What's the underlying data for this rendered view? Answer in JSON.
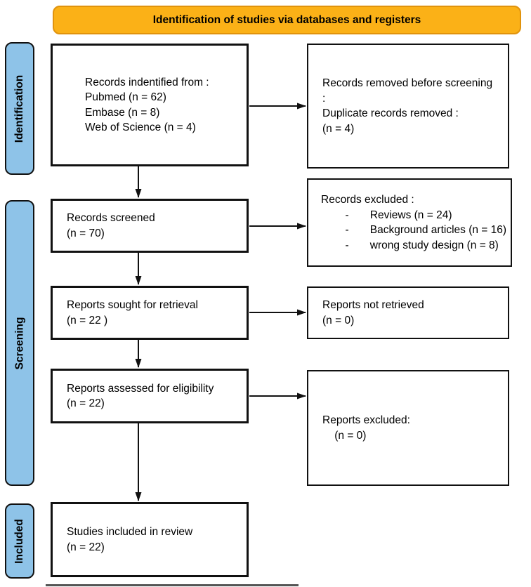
{
  "title_banner": "Identification of studies via databases and registers",
  "stages": {
    "identification": "Identification",
    "screening": "Screening",
    "included": "Included"
  },
  "boxes": {
    "records_identified": [
      "Records indentified from :",
      "Pubmed (n = 62)",
      "Embase (n = 8)",
      "Web of Science (n = 4)"
    ],
    "records_removed": [
      "Records removed before screening :",
      "Duplicate records removed :",
      "(n = 4)"
    ],
    "records_screened": [
      "Records screened",
      "(n = 70)"
    ],
    "records_excluded": [
      "Records excluded :",
      "        -       Reviews (n = 24)",
      "        -       Background articles (n = 16)",
      "        -       wrong study design (n = 8)"
    ],
    "reports_sought": [
      "Reports sought for retrieval",
      "(n = 22 )"
    ],
    "reports_not_retrieved": [
      "Reports not retrieved",
      "(n = 0)"
    ],
    "reports_assessed": [
      "Reports assessed for eligibility",
      "(n = 22)"
    ],
    "reports_excluded": [
      "Reports excluded:",
      "    (n = 0)"
    ],
    "studies_included": [
      "Studies included in review",
      "(n = 22)"
    ]
  },
  "colors": {
    "banner_bg": "#FBB117",
    "banner_border": "#E0930D",
    "stage_bg": "#8EC3E8",
    "box_border": "#111111"
  }
}
